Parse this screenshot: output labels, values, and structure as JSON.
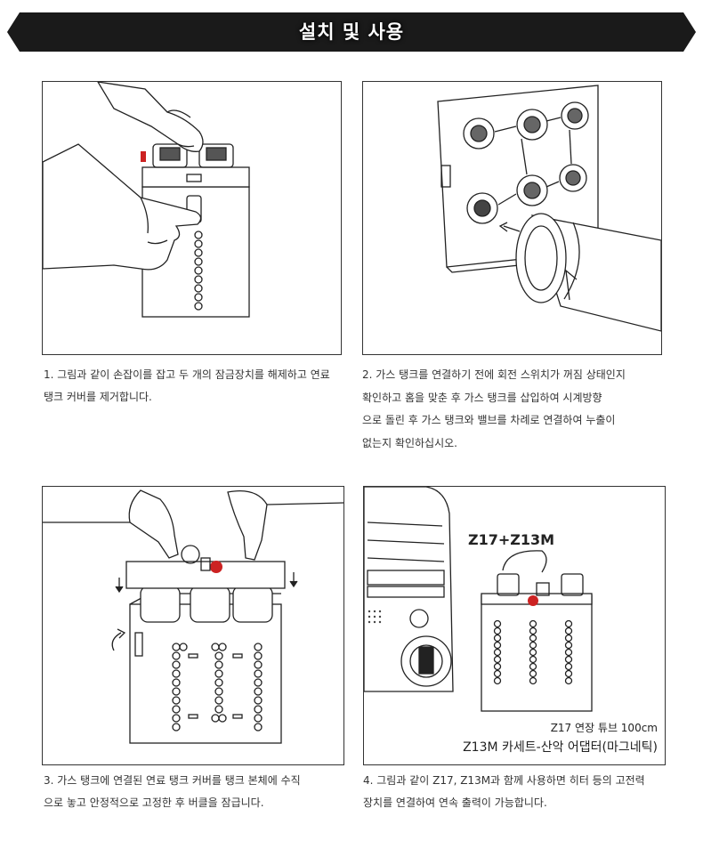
{
  "header": {
    "title": "설치 및 사용"
  },
  "steps": [
    {
      "caption_line1": "1. 그림과 같이 손잡이를 잡고 두 개의 잠금장치를 해제하고 연료",
      "caption_line2": "탱크 커버를 제거합니다."
    },
    {
      "caption_line1": "2. 가스 탱크를 연결하기 전에 회전 스위치가 꺼짐 상태인지",
      "caption_line2": "확인하고 홈을 맞춘 후 가스 탱크를 삽입하여 시계방향",
      "caption_line3": "으로 돌린 후 가스 탱크와 밸브를 차례로 연결하여 누출이",
      "caption_line4": "없는지 확인하십시오."
    },
    {
      "caption_line1": "3. 가스 탱크에 연결된 연료 탱크 커버를 탱크 본체에 수직",
      "caption_line2": "으로 놓고 안정적으로 고정한 후 버클을 잠급니다."
    },
    {
      "caption_line1": "4. 그림과 같이 Z17, Z13M과 함께 사용하면 히터 등의 고전력",
      "caption_line2": "장치를 연결하여 연속 출력이 가능합니다.",
      "label_top": "Z17+Z13M",
      "label_tube": "Z17 연장 튜브 100cm",
      "label_adapter": "Z13M 카세트-산악 어댑터(마그네틱)"
    }
  ],
  "colors": {
    "banner": "#1a1a1a",
    "accent_red": "#cc2222"
  }
}
